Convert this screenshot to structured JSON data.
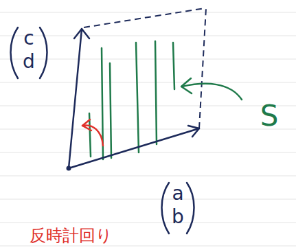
{
  "diagram": {
    "labels": [
      "c",
      "d",
      "a",
      "b",
      "S",
      "反時計回り"
    ]
  }
}
